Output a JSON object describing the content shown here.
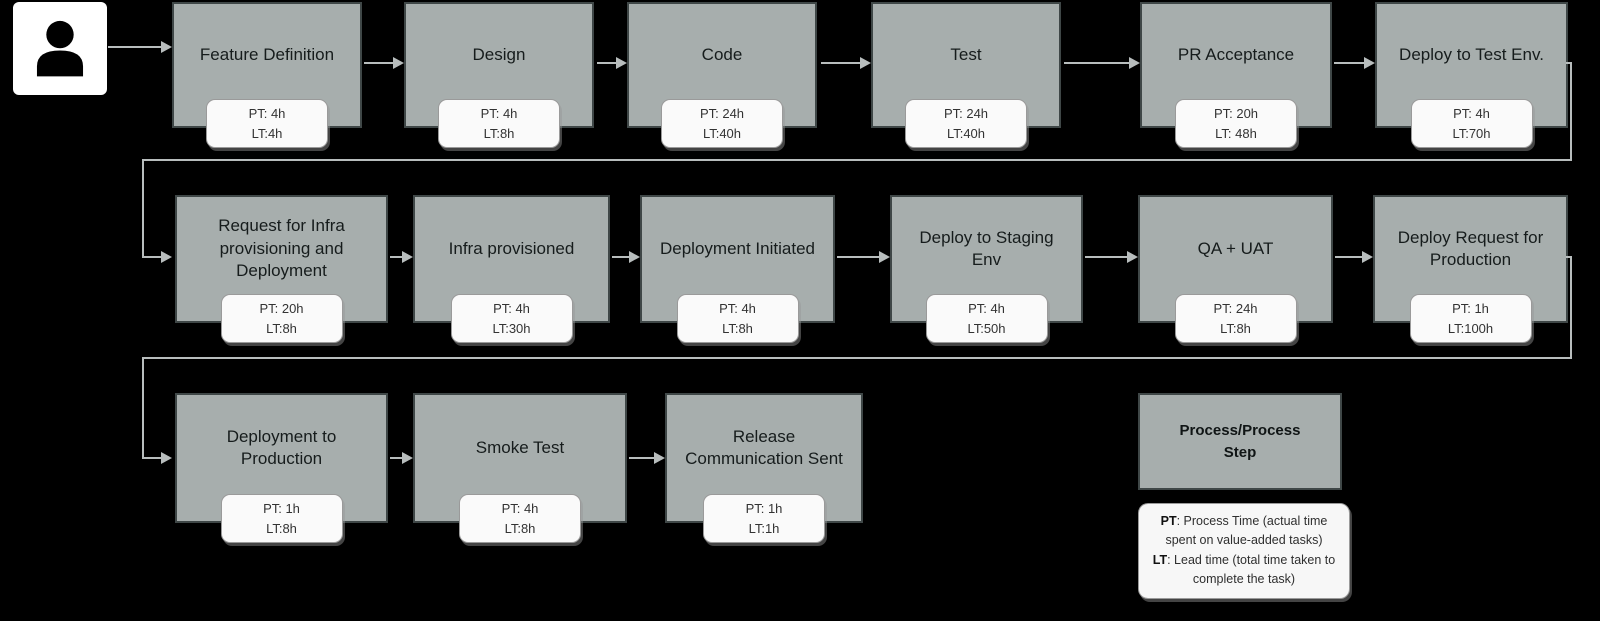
{
  "colors": {
    "background": "#000000",
    "box_fill": "#a7aead",
    "box_border": "#3f4747",
    "note_fill": "#fafafa",
    "arrow": "#b8bdbd"
  },
  "actor": {
    "icon": "person-icon"
  },
  "rows": [
    {
      "steps": [
        {
          "label": "Feature Definition",
          "pt": "PT: 4h",
          "lt": "LT:4h"
        },
        {
          "label": "Design",
          "pt": "PT: 4h",
          "lt": "LT:8h"
        },
        {
          "label": "Code",
          "pt": "PT: 24h",
          "lt": "LT:40h"
        },
        {
          "label": "Test",
          "pt": "PT: 24h",
          "lt": "LT:40h"
        },
        {
          "label": "PR Acceptance",
          "pt": "PT: 20h",
          "lt": "LT: 48h"
        },
        {
          "label": "Deploy to Test Env.",
          "pt": "PT: 4h",
          "lt": "LT:70h"
        }
      ]
    },
    {
      "steps": [
        {
          "label": "Request for Infra provisioning and Deployment",
          "pt": "PT: 20h",
          "lt": "LT:8h"
        },
        {
          "label": "Infra provisioned",
          "pt": "PT: 4h",
          "lt": "LT:30h"
        },
        {
          "label": "Deployment Initiated",
          "pt": "PT: 4h",
          "lt": "LT:8h"
        },
        {
          "label": "Deploy to Staging Env",
          "pt": "PT: 4h",
          "lt": "LT:50h"
        },
        {
          "label": "QA + UAT",
          "pt": "PT: 24h",
          "lt": "LT:8h"
        },
        {
          "label": "Deploy Request for Production",
          "pt": "PT: 1h",
          "lt": "LT:100h"
        }
      ]
    },
    {
      "steps": [
        {
          "label": "Deployment to Production",
          "pt": "PT: 1h",
          "lt": "LT:8h"
        },
        {
          "label": "Smoke Test",
          "pt": "PT: 4h",
          "lt": "LT:8h"
        },
        {
          "label": "Release Communication Sent",
          "pt": "PT: 1h",
          "lt": "LT:1h"
        }
      ]
    }
  ],
  "legend": {
    "box_label": "Process/Process Step",
    "note": {
      "pt_term": "PT",
      "pt_desc": ": Process Time (actual time spent on value-added tasks)",
      "lt_term": "LT",
      "lt_desc": ": Lead time (total time taken to complete the task)"
    }
  }
}
